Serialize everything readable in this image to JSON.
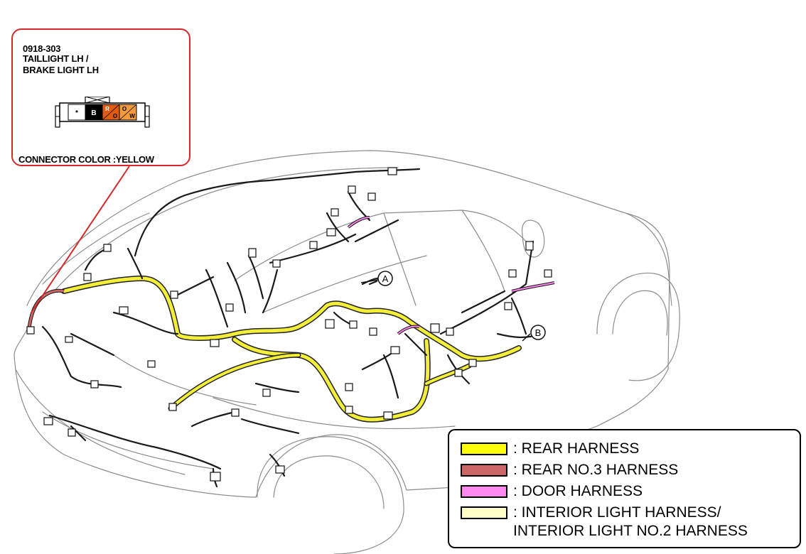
{
  "callout": {
    "part_number": "0918-303",
    "name_line1": "TAILLIGHT LH /",
    "name_line2": "BRAKE LIGHT LH",
    "connector_color": "CONNECTOR COLOR :YELLOW",
    "terminals": [
      {
        "label": "*",
        "fill": "#ffffff",
        "text_color": "#000000"
      },
      {
        "label": "B",
        "fill": "#000000",
        "text_color": "#ffffff"
      },
      {
        "label": "R",
        "sublabel": "O",
        "fill": "#e05a10",
        "text_color": "#ffffff"
      },
      {
        "label": "O",
        "sublabel": "W",
        "fill": "#f59a3c",
        "text_color": "#000000"
      }
    ]
  },
  "markers": {
    "a": "A",
    "b": "B"
  },
  "legend": {
    "items": [
      {
        "color": "#ffff00",
        "label": ": REAR HARNESS"
      },
      {
        "color": "#cc6666",
        "label": ": REAR NO.3 HARNESS"
      },
      {
        "color": "#ff88ee",
        "label": ": DOOR HARNESS"
      },
      {
        "color": "#ffffc8",
        "label": ": INTERIOR LIGHT HARNESS/"
      }
    ],
    "continuation": "INTERIOR LIGHT NO.2 HARNESS"
  },
  "colors": {
    "callout_border": "#d42a2a",
    "car_outline": "#9a9a9a",
    "harness_dark": "#1a1a1a",
    "rear_harness": "#ffff00",
    "interior_harness": "#f4f48a",
    "door_harness": "#ff88ee",
    "rear_no3_harness": "#cc6666"
  }
}
